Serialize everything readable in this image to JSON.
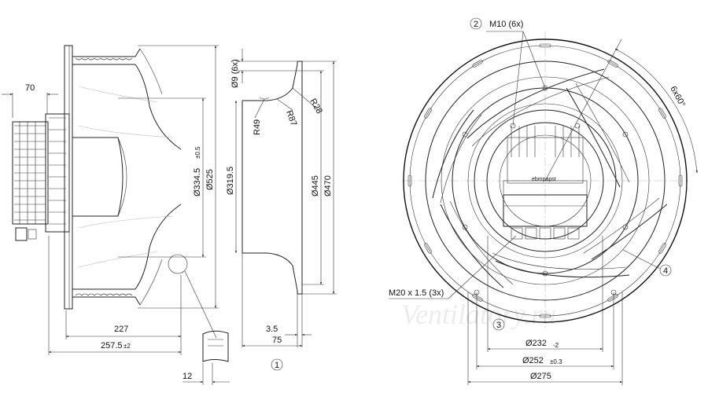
{
  "watermark": "Ventilatory.ru",
  "side_view": {
    "dims": {
      "d70": "70",
      "d227": "227",
      "d257": "257.5",
      "d257_tol": "±2",
      "d12": "12",
      "dia334": "Ø334.5",
      "dia334_tol": "±0.5",
      "dia525": "Ø525"
    }
  },
  "nozzle_view": {
    "dims": {
      "dia9": "Ø9 (6x)",
      "r28": "R28",
      "r49": "R49",
      "r87": "R87",
      "dia319": "Ø319.5",
      "dia445": "Ø445",
      "dia470": "Ø470",
      "d3_5": "3.5",
      "d75": "75"
    },
    "callout_1": "1"
  },
  "front_view": {
    "dims": {
      "m10": "M10 (6x)",
      "angle": "6x60°",
      "m20": "M20 x 1.5 (3x)",
      "dia232": "Ø232",
      "dia232_tol": "-2",
      "dia252": "Ø252",
      "dia252_tol": "±0.3",
      "dia275": "Ø275"
    },
    "callout_2": "2",
    "callout_3": "3",
    "callout_4": "4",
    "brand": "ebmpapst"
  }
}
